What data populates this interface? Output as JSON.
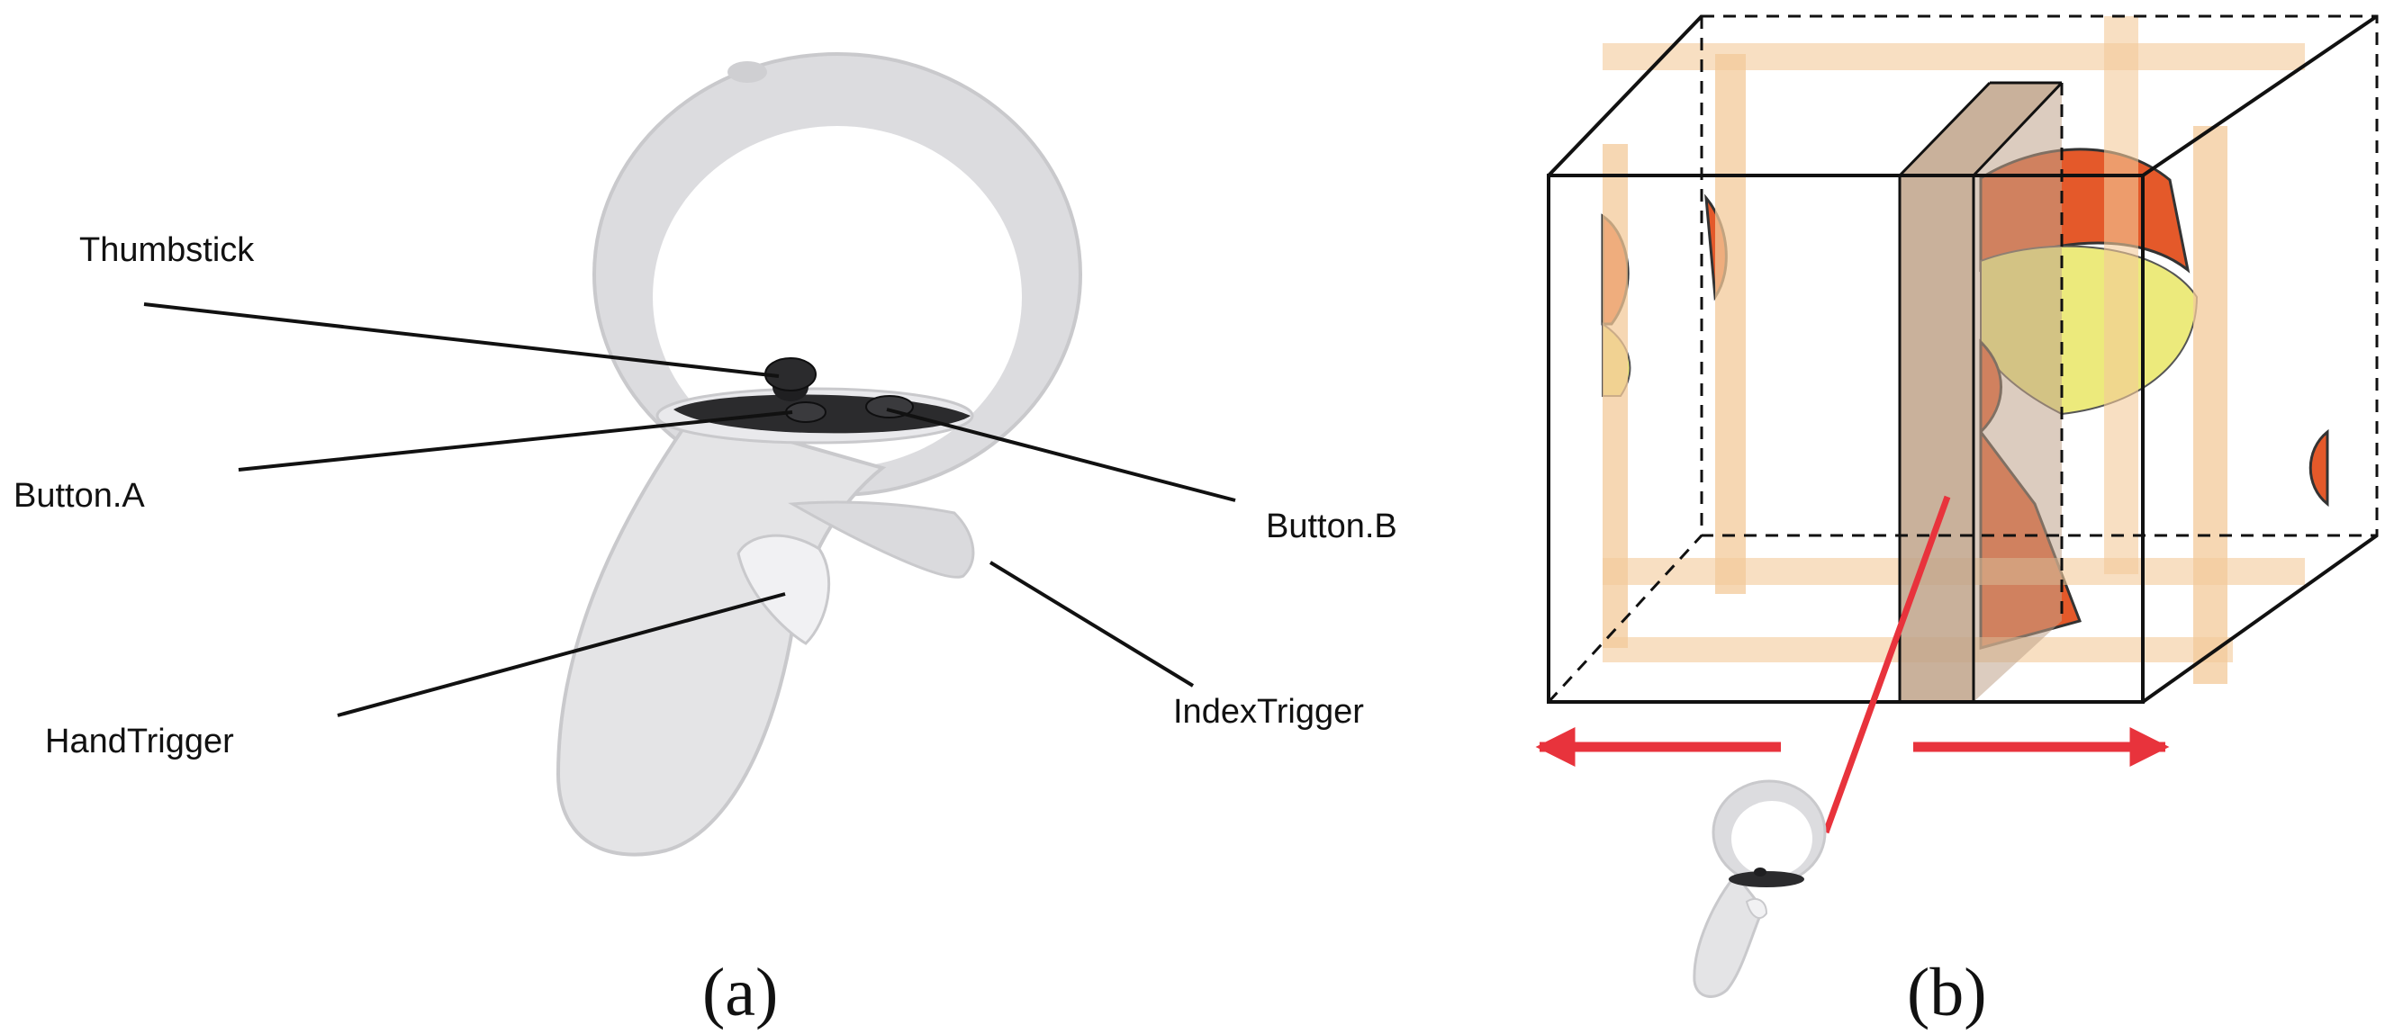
{
  "panel_a": {
    "caption": "(a)",
    "labels": {
      "thumbstick": "Thumbstick",
      "button_a": "Button.A",
      "button_b": "Button.B",
      "hand_trigger": "HandTrigger",
      "index_trigger": "IndexTrigger"
    }
  },
  "panel_b": {
    "caption": "(b)"
  },
  "colors": {
    "controller_body": "#e4e4e6",
    "controller_shadow": "#c9c9cc",
    "buttons": "#2b2b2d",
    "slab_light": "#f3c99a",
    "slab_dark": "#bfa38a",
    "surface_orange": "#e4592a",
    "surface_yellow": "#ecea7c",
    "arrow_red": "#e8333c",
    "line": "#111111"
  }
}
